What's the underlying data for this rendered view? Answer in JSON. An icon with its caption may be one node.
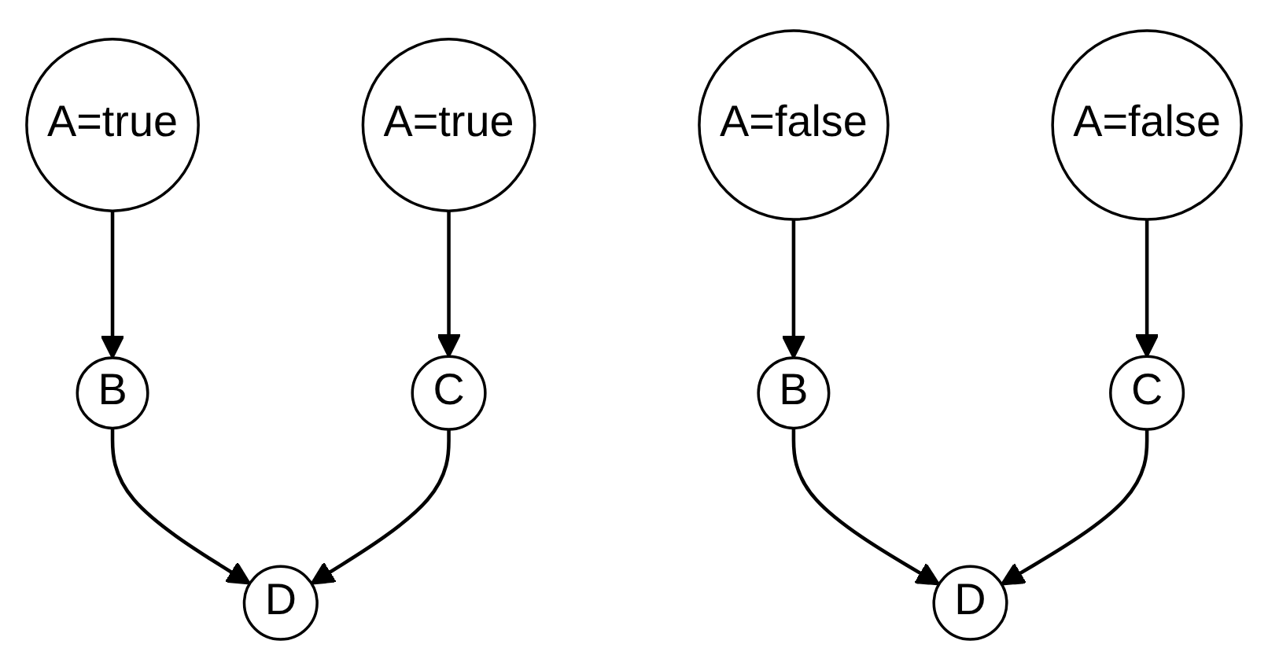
{
  "diagram": {
    "nodes": [
      {
        "text": [
          "A=true"
        ]
      },
      {
        "text": [
          "A=true"
        ]
      },
      {
        "text": [
          "A=false"
        ]
      },
      {
        "text": [
          "A=false"
        ]
      },
      {
        "text": [
          "B"
        ]
      },
      {
        "text": [
          "C"
        ]
      },
      {
        "text": [
          "B"
        ]
      },
      {
        "text": [
          "C"
        ]
      },
      {
        "text": [
          "D"
        ]
      },
      {
        "text": [
          "D"
        ]
      }
    ],
    "edges": [
      {
        "from": 0,
        "to": 4,
        "arrow": "to"
      },
      {
        "from": 1,
        "to": 5,
        "arrow": "to"
      },
      {
        "from": 2,
        "to": 6,
        "arrow": "to"
      },
      {
        "from": 3,
        "to": 7,
        "arrow": "to"
      },
      {
        "from": 4,
        "to": 8,
        "arrow": "to"
      },
      {
        "from": 5,
        "to": 8,
        "arrow": "to"
      },
      {
        "from": 6,
        "to": 9,
        "arrow": "to"
      },
      {
        "from": 7,
        "to": 9,
        "arrow": "to"
      }
    ]
  }
}
